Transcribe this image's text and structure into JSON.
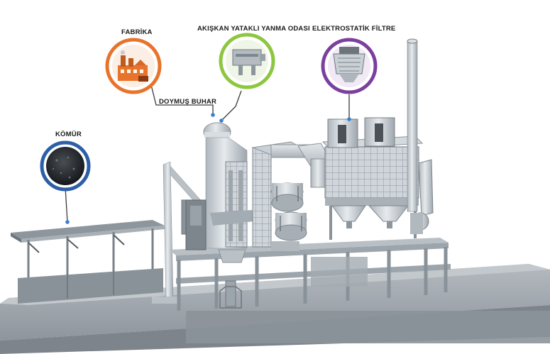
{
  "labels": {
    "factory": "FABRİKA",
    "steam": "DOYMUŞ BUHAR",
    "furnace": "AKIŞKAN YATAKLI YANMA ODASI",
    "filter": "ELEKTROSTATİK FİLTRE",
    "coal": "KÖMÜR"
  },
  "colors": {
    "factory_ring": "#e8732a",
    "furnace_ring": "#8dc63f",
    "filter_ring": "#7b3fa0",
    "coal_ring": "#2d5fa8",
    "steel": "#c9d0d6",
    "ground": "#9aa1a8"
  },
  "icons": [
    "factory-icon",
    "combustion-chamber-icon",
    "electrostatic-filter-icon",
    "coal-pile-icon"
  ]
}
